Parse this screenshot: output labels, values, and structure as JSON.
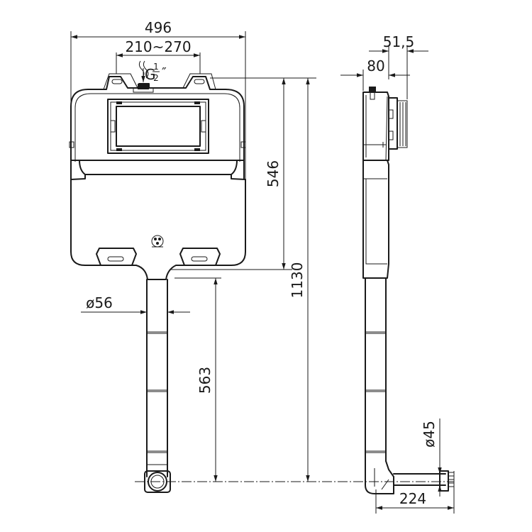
{
  "dimensions": {
    "overall_width": "496",
    "inlet_range": "210~270",
    "inlet_thread": "G",
    "inlet_thread_num": "1",
    "inlet_thread_den": "2",
    "inlet_thread_mark": "″",
    "tank_height": "546",
    "total_height": "1130",
    "pipe_diameter": "ø56",
    "pipe_length": "563",
    "depth_front": "51,5",
    "depth_total": "80",
    "outlet_diameter": "ø45",
    "outlet_length": "224"
  }
}
